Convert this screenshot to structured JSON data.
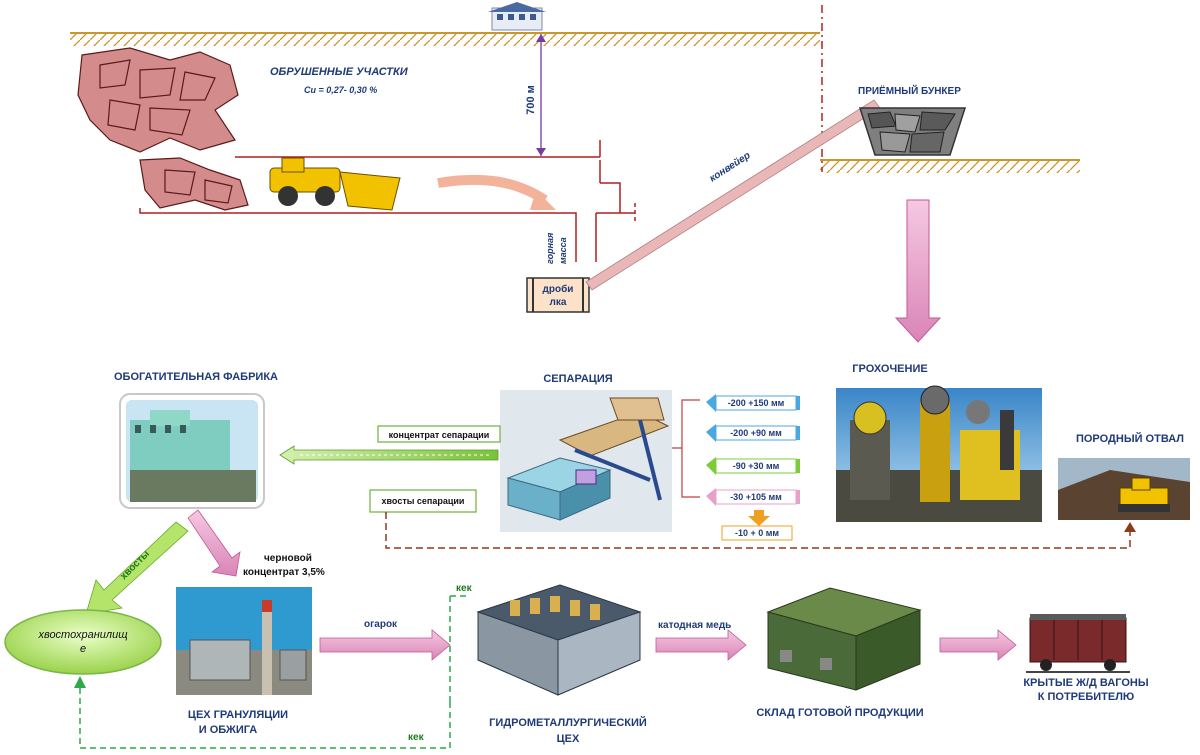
{
  "labels": {
    "collapsed_zones": "ОБРУШЕННЫЕ УЧАСТКИ",
    "cu_grade": "Cu = 0,27- 0,30 %",
    "depth": "700 м",
    "conveyor": "конвейер",
    "receiving_bunker": "ПРИЁМНЫЙ БУНКЕР",
    "rock_mass_line1": "горная",
    "rock_mass_line2": "масса",
    "crusher_line1": "дроби",
    "crusher_line2": "лка",
    "screening": "ГРОХОЧЕНИЕ",
    "separation": "СЕПАРАЦИЯ",
    "concentration_plant": "ОБОГАТИТЕЛЬНАЯ ФАБРИКА",
    "waste_dump": "ПОРОДНЫЙ ОТВАЛ",
    "separation_concentrate": "концентрат сепарации",
    "separation_tailings": "хвосты сепарации",
    "tailings": "хвосты",
    "tailings_storage_line1": "хвостохранилищ",
    "tailings_storage_line2": "е",
    "rough_concentrate_line1": "черновой",
    "rough_concentrate_line2": "концентрат  3,5%",
    "cinder": "огарок",
    "cake_top": "кек",
    "cake_bottom": "кек",
    "cathode_copper": "катодная медь",
    "granulation_line1": "ЦЕХ ГРАНУЛЯЦИИ",
    "granulation_line2": "И ОБЖИГА",
    "hydromet_line1": "ГИДРОМЕТАЛЛУРГИЧЕСКИЙ",
    "hydromet_line2": "ЦЕХ",
    "warehouse": "СКЛАД ГОТОВОЙ ПРОДУКЦИИ",
    "wagons_line1": "КРЫТЫЕ Ж/Д ВАГОНЫ",
    "wagons_line2": "К ПОТРЕБИТЕЛЮ"
  },
  "fractions": [
    "-200 +150 мм",
    "-200 +90 мм",
    "-90 +30 мм",
    "-30 +105 мм",
    "-10 + 0 мм"
  ],
  "colors": {
    "ground": "#c8962a",
    "pink_arrow": "#e7a0c8",
    "conveyor": "#e9b7b7",
    "navy_text": "#1f3a78",
    "green_box": "#7ab648",
    "dashed_brown": "#8b3a1a",
    "dashed_green": "#2ea84a",
    "blue_arrow": "#4aa8e0",
    "green_arrow": "#7ccc3a",
    "orange_arrow": "#f0a020",
    "ore": "#d48b8b"
  }
}
